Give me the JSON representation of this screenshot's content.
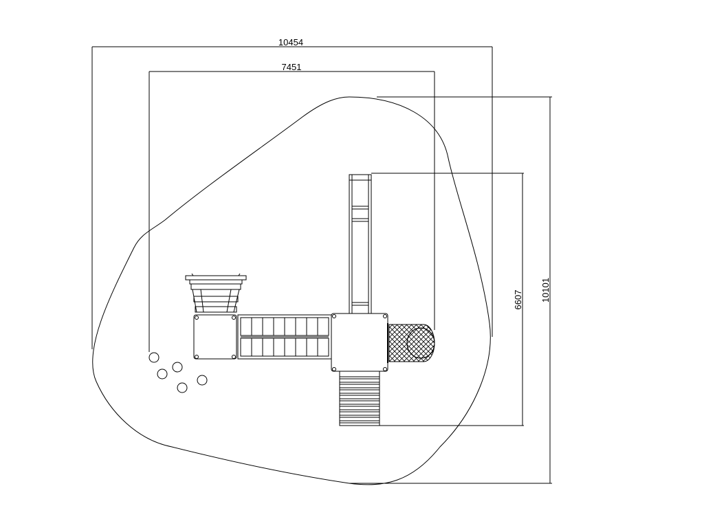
{
  "dimensions": {
    "overall_width": "10454",
    "inner_width": "7451",
    "equipment_height": "6607",
    "overall_height": "10101"
  },
  "colors": {
    "line": "#000000",
    "background": "#ffffff"
  }
}
